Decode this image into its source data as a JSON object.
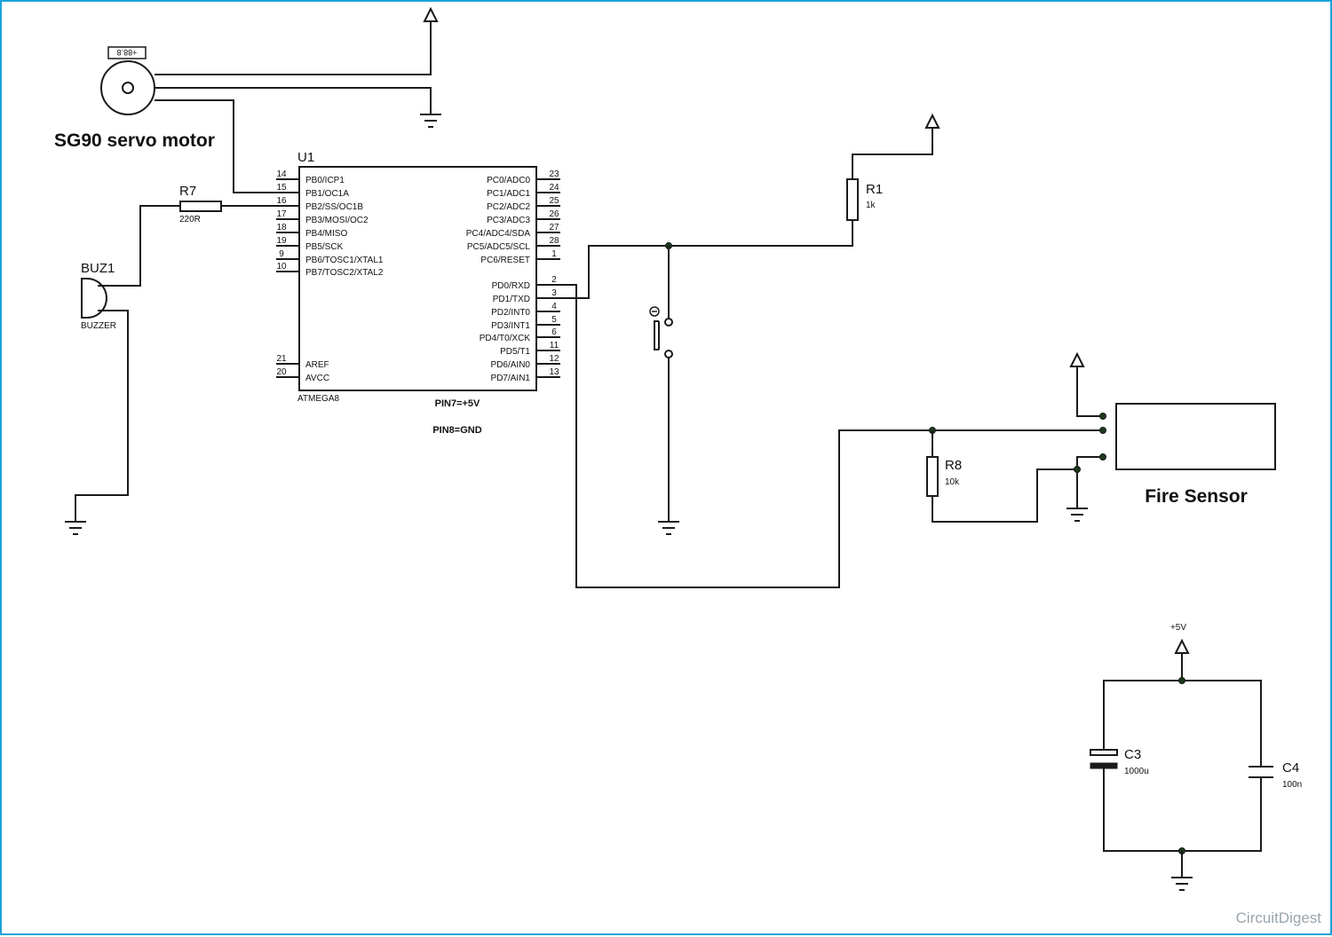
{
  "servo": {
    "label": "SG90 servo motor",
    "display": "+88.8"
  },
  "mcu": {
    "ref": "U1",
    "part": "ATMEGA8",
    "left_pins": [
      {
        "num": "14",
        "name": "PB0/ICP1"
      },
      {
        "num": "15",
        "name": "PB1/OC1A"
      },
      {
        "num": "16",
        "name": "PB2/SS/OC1B"
      },
      {
        "num": "17",
        "name": "PB3/MOSI/OC2"
      },
      {
        "num": "18",
        "name": "PB4/MISO"
      },
      {
        "num": "19",
        "name": "PB5/SCK"
      },
      {
        "num": "9",
        "name": "PB6/TOSC1/XTAL1"
      },
      {
        "num": "10",
        "name": "PB7/TOSC2/XTAL2"
      },
      {
        "num": "21",
        "name": "AREF"
      },
      {
        "num": "20",
        "name": "AVCC"
      }
    ],
    "right_pins": [
      {
        "num": "23",
        "name": "PC0/ADC0"
      },
      {
        "num": "24",
        "name": "PC1/ADC1"
      },
      {
        "num": "25",
        "name": "PC2/ADC2"
      },
      {
        "num": "26",
        "name": "PC3/ADC3"
      },
      {
        "num": "27",
        "name": "PC4/ADC4/SDA"
      },
      {
        "num": "28",
        "name": "PC5/ADC5/SCL"
      },
      {
        "num": "1",
        "name": "PC6/RESET"
      },
      {
        "num": "2",
        "name": "PD0/RXD"
      },
      {
        "num": "3",
        "name": "PD1/TXD"
      },
      {
        "num": "4",
        "name": "PD2/INT0"
      },
      {
        "num": "5",
        "name": "PD3/INT1"
      },
      {
        "num": "6",
        "name": "PD4/T0/XCK"
      },
      {
        "num": "11",
        "name": "PD5/T1"
      },
      {
        "num": "12",
        "name": "PD6/AIN0"
      },
      {
        "num": "13",
        "name": "PD7/AIN1"
      }
    ],
    "note_vcc": "PIN7=+5V",
    "note_gnd": "PIN8=GND"
  },
  "r7": {
    "ref": "R7",
    "value": "220R"
  },
  "buzzer": {
    "ref": "BUZ1",
    "value": "BUZZER"
  },
  "r1": {
    "ref": "R1",
    "value": "1k"
  },
  "r8": {
    "ref": "R8",
    "value": "10k"
  },
  "fire_sensor": {
    "label": "Fire Sensor"
  },
  "power": {
    "label": "+5V"
  },
  "c3": {
    "ref": "C3",
    "value": "1000u"
  },
  "c4": {
    "ref": "C4",
    "value": "100n"
  },
  "logo": {
    "text": "CircuitDigest"
  }
}
